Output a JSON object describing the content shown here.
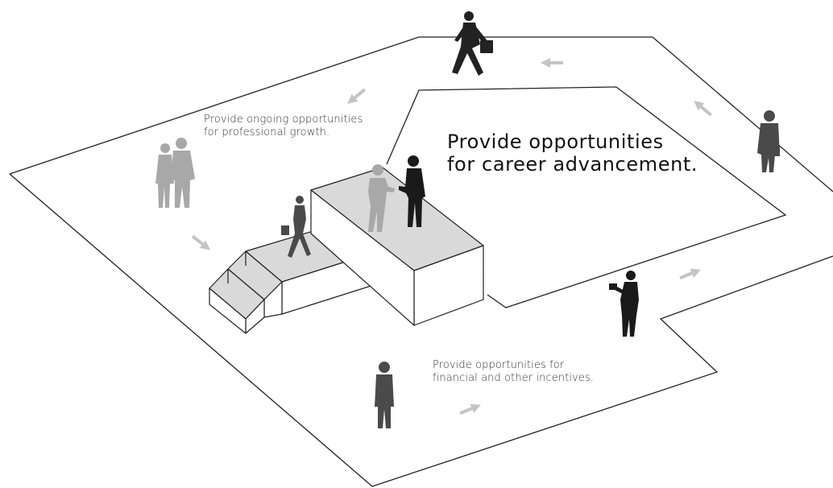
{
  "labels": {
    "growth": {
      "line1": "Provide ongoing opportunities",
      "line2": "for professional growth."
    },
    "career": {
      "line1": "Provide opportunities",
      "line2": "for career advancement."
    },
    "incentives": {
      "line1": "Provide opportunities for",
      "line2": "financial and other incentives."
    }
  },
  "colors": {
    "outline": "#222222",
    "step_fill": "#d9d9d9",
    "figure_dark": "#1a1a1a",
    "figure_mid": "#4a4a4a",
    "figure_light": "#a8a8a8",
    "arrow": "#c4c4c4"
  }
}
